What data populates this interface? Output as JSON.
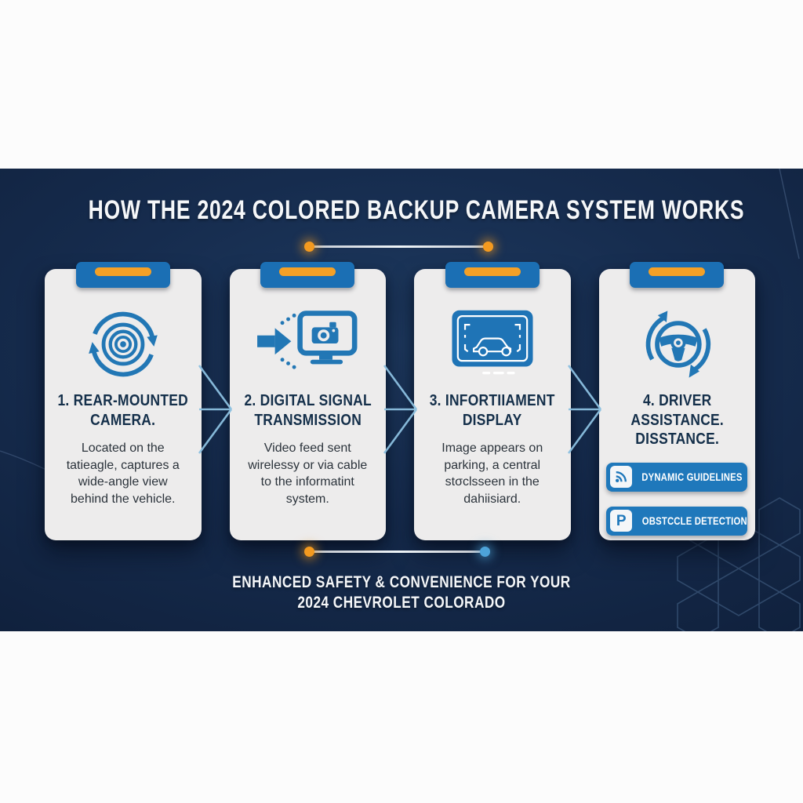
{
  "header": {
    "title": "HOW THE 2024 COLORED BACKUP CAMERA SYSTEM WORKS"
  },
  "steps": [
    {
      "icon": "camera-lens-cycle-icon",
      "title": "1. REAR-MOUNTED CAMERA.",
      "body": "Located on the tatieagle, captures a wide-angle view behind the vehicle."
    },
    {
      "icon": "arrow-to-monitor-icon",
      "title": "2. DIGITAL SIGNAL TRANSMISSION",
      "body": "Video feed sent wirelessy or via cable to the informatint system."
    },
    {
      "icon": "infotainment-screen-car-icon",
      "title": "3. INFORTIIAMENT DISPLAY",
      "body": "Image appears on parking, a central stσclsseen in the dahiisiard."
    },
    {
      "icon": "steering-wheel-cycle-icon",
      "title": "4. DRIVER ASSISTANCE. DISSTANCE.",
      "badges": [
        {
          "icon": "wifi-signal-icon",
          "label": "DYNAMIC GUIDELINES"
        },
        {
          "icon": "parking-p-icon",
          "icon_letter": "P",
          "label": "OBSTCCLE DETECTION"
        }
      ]
    }
  ],
  "footer": {
    "line1": "ENHANCED SAFETY & CONVENIENCE FOR YOUR",
    "line2": "2024 CHEVROLET COLORADO"
  },
  "colors": {
    "band_navy": "#162c4e",
    "card_bg": "#edecec",
    "tab_blue": "#1b6fb4",
    "accent_orange": "#f49a1f",
    "icon_blue": "#2277b5",
    "heading_navy": "#142f4a",
    "body_text": "#2b333b",
    "chevron_blue": "#8cc0e0",
    "badge_blue": "#1f78bb",
    "dot_blue": "#4da3d9"
  }
}
